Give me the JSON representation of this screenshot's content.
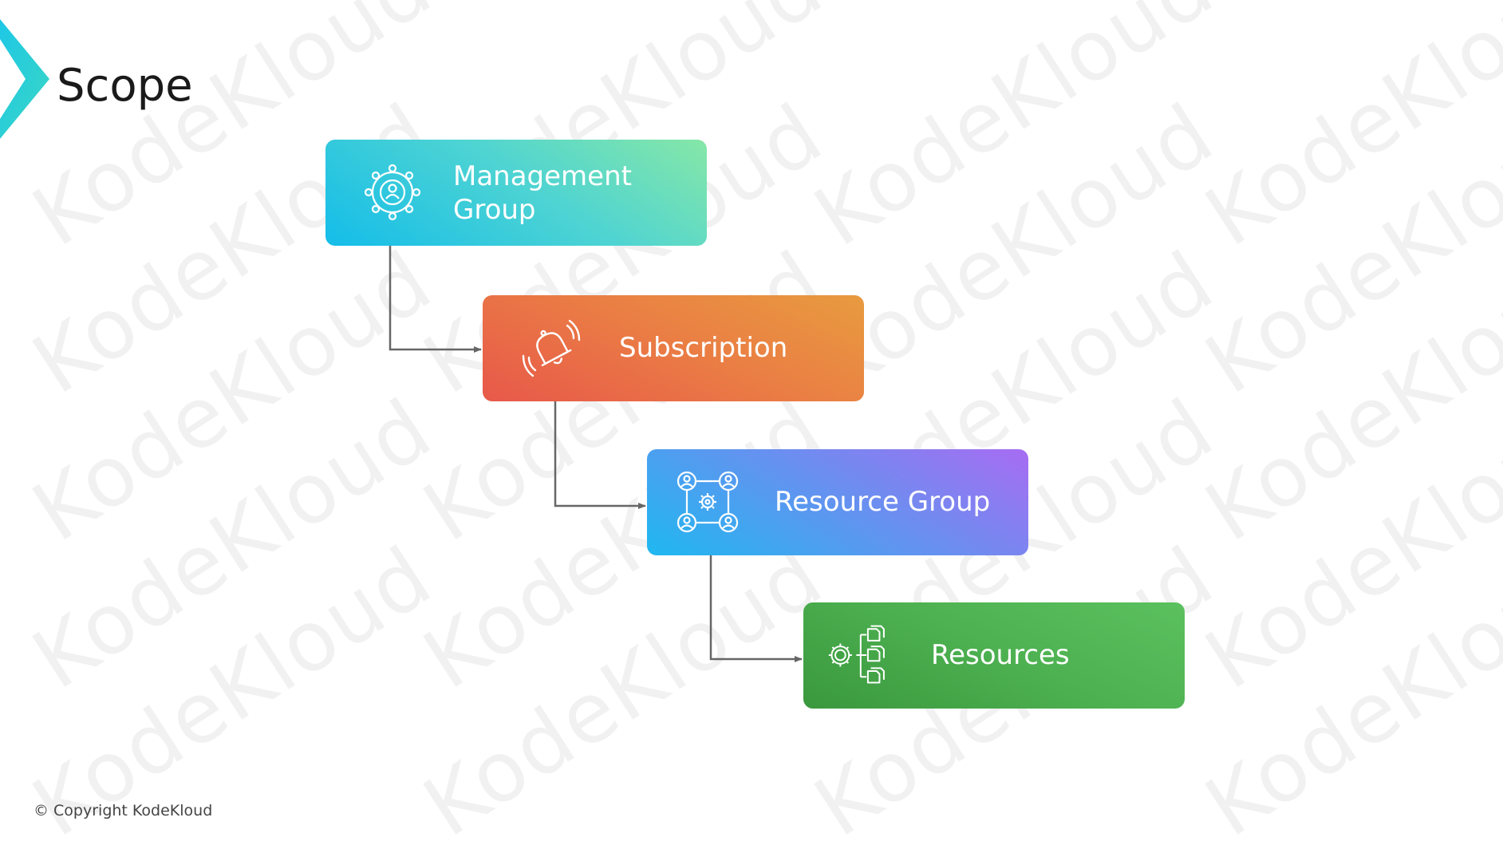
{
  "title": "Scope",
  "watermark_text": "KodeKloud",
  "copyright": "© Copyright KodeKloud",
  "boxes": {
    "management_group": {
      "label": "Management\nGroup",
      "icon": "management-group-icon"
    },
    "subscription": {
      "label": "Subscription",
      "icon": "bell-icon"
    },
    "resource_group": {
      "label": "Resource Group",
      "icon": "resource-group-icon"
    },
    "resources": {
      "label": "Resources",
      "icon": "resources-tree-icon"
    }
  },
  "colors": {
    "management_group": [
      "#14bde9",
      "#86e7a7"
    ],
    "subscription": [
      "#e8584a",
      "#e89b3f"
    ],
    "resource_group": [
      "#1fb8f0",
      "#a86cf2"
    ],
    "resources": [
      "#3a983d",
      "#5bc05e"
    ],
    "brand_chevron": [
      "#1ec8e6",
      "#3ad6c4"
    ]
  }
}
